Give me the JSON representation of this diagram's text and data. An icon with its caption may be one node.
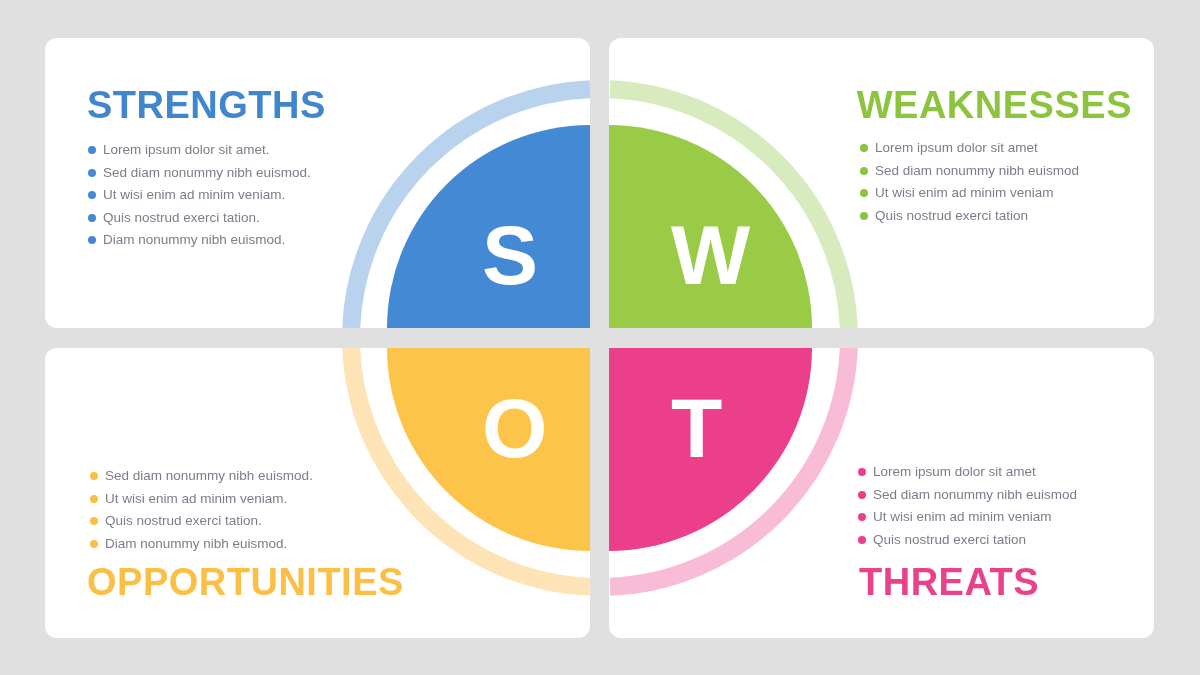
{
  "diagram": {
    "nodes": [
      {
        "text": [
          "STRENGTHS",
          "Lorem ipsum dolor sit amet.",
          "Sed diam nonummy nibh euismod.",
          "Ut wisi enim ad minim veniam.",
          "Quis nostrud exerci tation.",
          "Diam nonummy nibh euismod."
        ]
      },
      {
        "text": [
          "WEAKNESSES",
          "Lorem ipsum dolor sit amet",
          "Sed diam nonummy nibh euismod",
          "Ut wisi enim ad minim veniam",
          "Quis nostrud exerci tation"
        ]
      },
      {
        "text": [
          "Sed diam nonummy nibh euismod.",
          "Ut wisi enim ad minim veniam.",
          "Quis nostrud exerci tation.",
          "Diam nonummy nibh euismod.",
          "OPPORTUNITIES"
        ]
      },
      {
        "text": [
          "Lorem ipsum dolor sit amet",
          "Sed diam nonummy nibh euismod",
          "Ut wisi enim ad minim veniam",
          "Quis nostrud exerci tation",
          "THREATS"
        ]
      },
      {
        "text": [
          "S"
        ],
        "in": 0
      },
      {
        "text": [
          "W"
        ],
        "in": 1
      },
      {
        "text": [
          "O"
        ],
        "in": 2
      },
      {
        "text": [
          "T"
        ],
        "in": 3
      }
    ]
  }
}
